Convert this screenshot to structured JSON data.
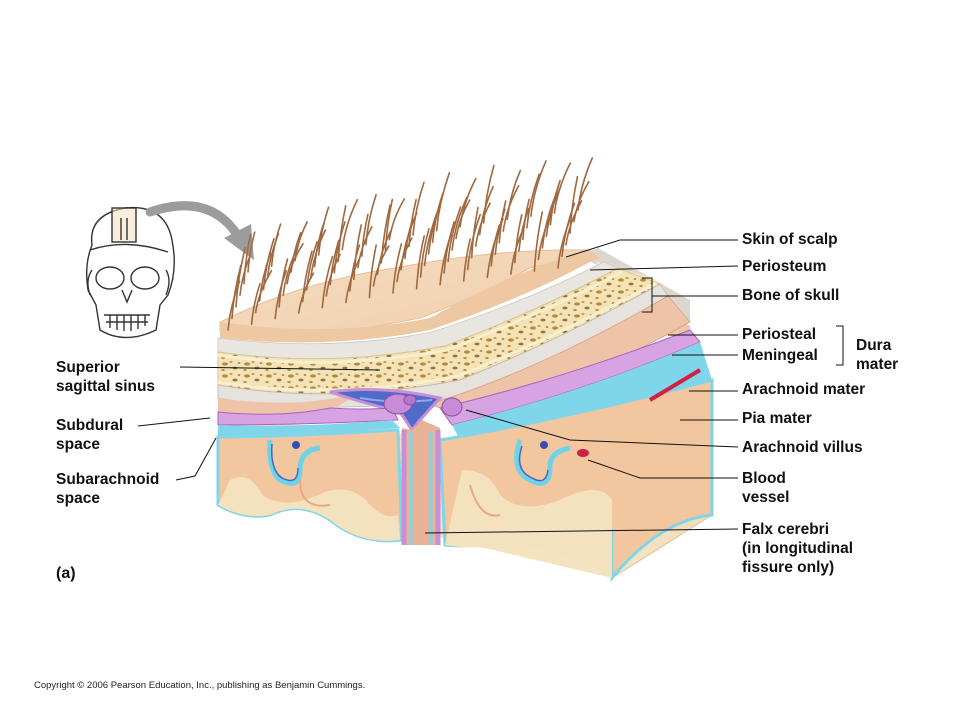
{
  "colors": {
    "skin": "#f3d5b5",
    "hair": "#a0683e",
    "periosteum": "#e3e0dc",
    "bone": "#f7e9bd",
    "dura": "#efc3a8",
    "arachnoid": "#c98fd6",
    "pia": "#6fd3e8",
    "cortex": "#f4c9a4",
    "white_matter": "#f4e2bf",
    "sinus": "#4a63c7",
    "blood_vessel": "#d11f45",
    "leader": "#111111"
  },
  "labels": {
    "skin_of_scalp": "Skin of scalp",
    "periosteum": "Periosteum",
    "bone_of_skull": "Bone of skull",
    "periosteal": "Periosteal",
    "meningeal": "Meningeal",
    "dura_mater_line1": "Dura",
    "dura_mater_line2": "mater",
    "arachnoid_mater": "Arachnoid mater",
    "pia_mater": "Pia mater",
    "arachnoid_villus": "Arachnoid villus",
    "blood_vessel_line1": "Blood",
    "blood_vessel_line2": "vessel",
    "falx_line1": "Falx cerebri",
    "falx_line2": "(in longitudinal",
    "falx_line3": "fissure only)",
    "sss_line1": "Superior",
    "sss_line2": "sagittal sinus",
    "subdural_line1": "Subdural",
    "subdural_line2": "space",
    "subarachnoid_line1": "Subarachnoid",
    "subarachnoid_line2": "space",
    "panel": "(a)"
  },
  "copyright": "Copyright © 2006 Pearson Education, Inc., publishing as Benjamin Cummings."
}
